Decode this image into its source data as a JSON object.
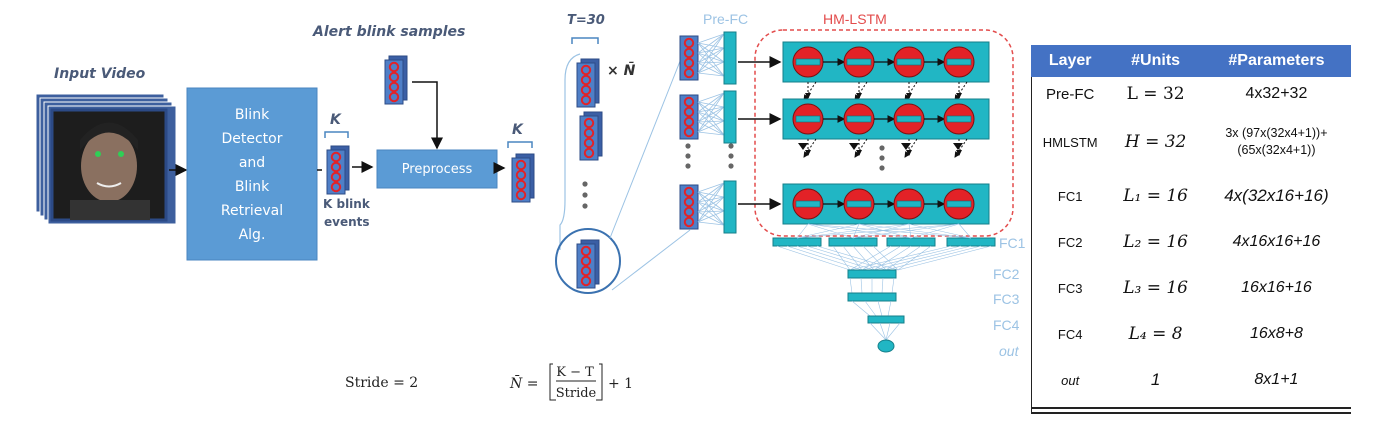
{
  "labels": {
    "input_video": "Input Video",
    "alert_samples": "Alert blink samples",
    "detector_lines": [
      "Blink",
      "Detector",
      "and",
      "Blink",
      "Retrieval",
      "Alg."
    ],
    "k1": "K",
    "k2": "K",
    "k_events_line1": "K blink",
    "k_events_line2": "events",
    "preprocess": "Preprocess",
    "t30": "T=30",
    "times_n": "× N̄",
    "pre_fc": "Pre-FC",
    "hm_lstm": "HM-LSTM",
    "fc1": "FC1",
    "fc2": "FC2",
    "fc3": "FC3",
    "fc4": "FC4",
    "out": "out",
    "stride": "Stride = 2",
    "formula_lhs": "N̄ =",
    "formula_num": "K − T",
    "formula_den": "Stride",
    "formula_rhs": "+ 1"
  },
  "table": {
    "headers": [
      "Layer",
      "#Units",
      "#Parameters"
    ],
    "rows": [
      {
        "layer": "Pre-FC",
        "units": "L = 32",
        "params": "4x32+32"
      },
      {
        "layer": "HMLSTM",
        "units": "H = 32",
        "params_line1": "3x (97x(32x4+1))+",
        "params_line2": "(65x(32x4+1))"
      },
      {
        "layer": "FC1",
        "units": "L₁ = 16",
        "params": "4x(32x16+16)"
      },
      {
        "layer": "FC2",
        "units": "L₂ = 16",
        "params": "4x16x16+16"
      },
      {
        "layer": "FC3",
        "units": "L₃ = 16",
        "params": "16x16+16"
      },
      {
        "layer": "FC4",
        "units": "L₄ = 8",
        "params": "16x8+8"
      },
      {
        "layer": "out",
        "units": "1",
        "params": "8x1+1"
      }
    ]
  },
  "colors": {
    "box_blue": "#5b9bd5",
    "cyan": "#21b6c4",
    "red_cell": "#e32227",
    "header_blue": "#4472c4",
    "pale_label": "#9cc3e4"
  }
}
